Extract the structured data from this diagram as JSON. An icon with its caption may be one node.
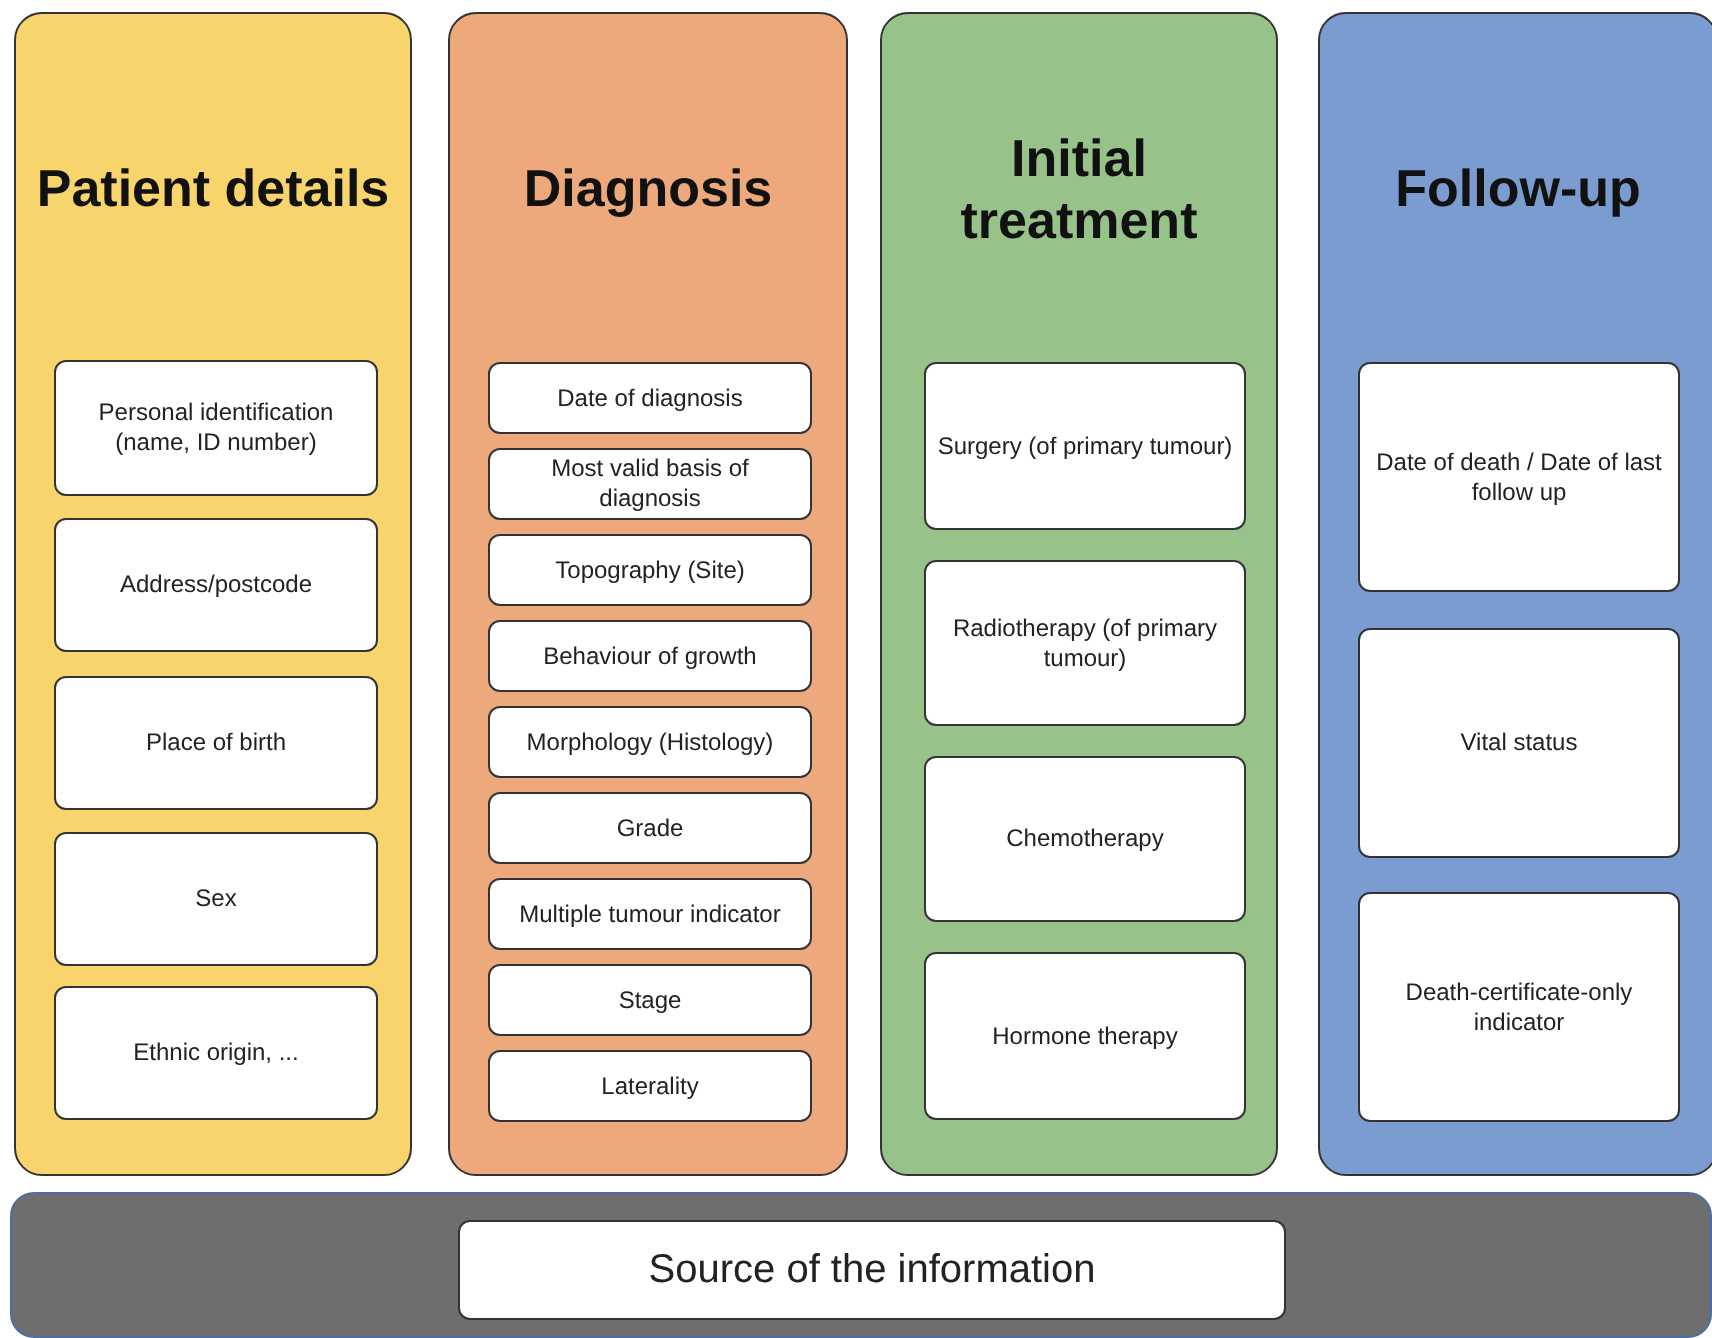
{
  "diagram": {
    "nodes": [
      {
        "text": [
          "Patient details"
        ]
      },
      {
        "text": [
          "Personal identification (name, ID number)"
        ],
        "in": 0
      },
      {
        "text": [
          "Address/postcode"
        ],
        "in": 0
      },
      {
        "text": [
          "Place of birth"
        ],
        "in": 0
      },
      {
        "text": [
          "Sex"
        ],
        "in": 0
      },
      {
        "text": [
          "Ethnic origin, ..."
        ],
        "in": 0
      },
      {
        "text": [
          "Diagnosis"
        ]
      },
      {
        "text": [
          "Date of diagnosis"
        ],
        "in": 6
      },
      {
        "text": [
          "Most valid basis of diagnosis"
        ],
        "in": 6
      },
      {
        "text": [
          "Topography (Site)"
        ],
        "in": 6
      },
      {
        "text": [
          "Behaviour of growth"
        ],
        "in": 6
      },
      {
        "text": [
          "Morphology (Histology)"
        ],
        "in": 6
      },
      {
        "text": [
          "Grade"
        ],
        "in": 6
      },
      {
        "text": [
          "Multiple tumour indicator"
        ],
        "in": 6
      },
      {
        "text": [
          "Stage"
        ],
        "in": 6
      },
      {
        "text": [
          "Laterality"
        ],
        "in": 6
      },
      {
        "text": [
          "Initial treatment"
        ]
      },
      {
        "text": [
          "Surgery (of primary tumour)"
        ],
        "in": 16
      },
      {
        "text": [
          "Radiotherapy (of primary tumour)"
        ],
        "in": 16
      },
      {
        "text": [
          "Chemotherapy"
        ],
        "in": 16
      },
      {
        "text": [
          "Hormone therapy"
        ],
        "in": 16
      },
      {
        "text": [
          "Follow-up"
        ]
      },
      {
        "text": [
          "Date of death / Date of last follow up"
        ],
        "in": 21
      },
      {
        "text": [
          "Vital status"
        ],
        "in": 21
      },
      {
        "text": [
          "Death-certificate-only indicator"
        ],
        "in": 21
      },
      {
        "text": [],
        "shape": "box"
      },
      {
        "text": [
          "Source of the information"
        ],
        "in": 25
      }
    ],
    "edges": []
  }
}
